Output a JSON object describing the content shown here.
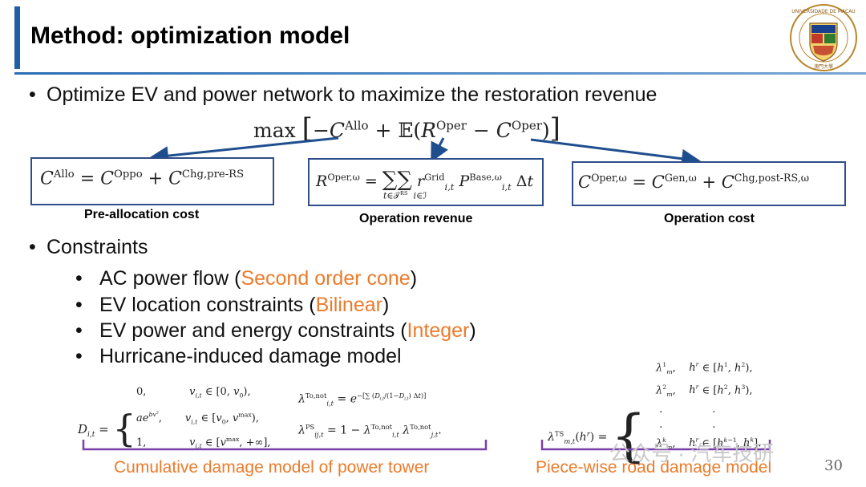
{
  "slide": {
    "title": "Method: optimization model",
    "page_number": "30"
  },
  "bullets": {
    "b1": "Optimize EV and power network to maximize the restoration revenue",
    "b2": "Constraints"
  },
  "constraints": [
    {
      "text": "AC power flow (",
      "highlight": "Second order cone",
      "tail": ")"
    },
    {
      "text": "EV location constraints (",
      "highlight": "Bilinear",
      "tail": ")"
    },
    {
      "text": "EV power and energy constraints (",
      "highlight": "Integer",
      "tail": ")"
    },
    {
      "text": "Hurricane-induced damage model",
      "highlight": "",
      "tail": ""
    }
  ],
  "objective": "max [−C^Allo + 𝔼(R^Oper − C^Oper)]",
  "boxes": {
    "preallocation": {
      "label": "Pre-allocation cost"
    },
    "revenue": {
      "label": "Operation revenue"
    },
    "opcost": {
      "label": "Operation cost"
    }
  },
  "captions": {
    "tower": "Cumulative damage model of power tower",
    "road": "Piece-wise road damage model"
  },
  "watermark": "公众号 · 汽车技研",
  "logo": {
    "text_top": "UNIVERSIDADE DE MACAU",
    "text_bottom": "澳門大學"
  },
  "colors": {
    "accent": "#1f5fa8",
    "highlight": "#ec7b2b",
    "brace": "#7b3fa8",
    "box_border": "#2e4e8a"
  }
}
